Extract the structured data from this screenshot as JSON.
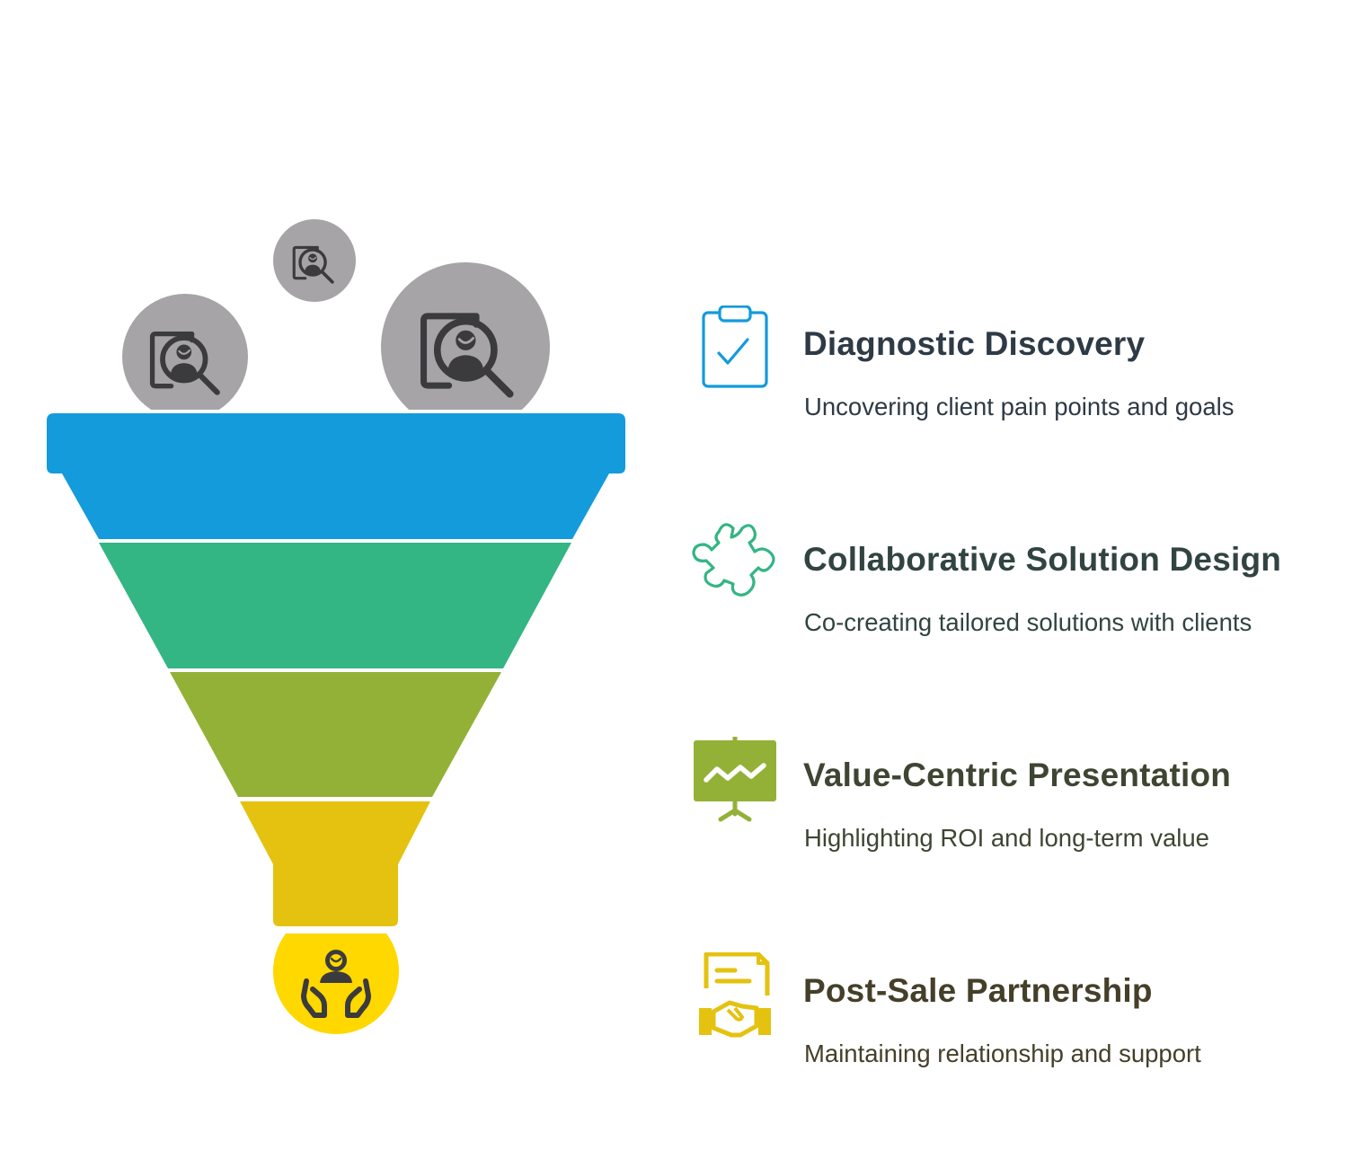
{
  "stages": [
    {
      "title": "Diagnostic Discovery",
      "description": "Uncovering client pain points and goals",
      "color": "#139BDC",
      "icon": "clipboard-check-icon",
      "title_color": "#2E3A45",
      "desc_color": "#2E3A45"
    },
    {
      "title": "Collaborative Solution Design",
      "description": "Co-creating tailored solutions with clients",
      "color": "#33B584",
      "icon": "puzzle-piece-icon",
      "title_color": "#314441",
      "desc_color": "#314441"
    },
    {
      "title": "Value-Centric Presentation",
      "description": "Highlighting ROI and long-term value",
      "color": "#93B137",
      "icon": "presentation-chart-icon",
      "title_color": "#3E4532",
      "desc_color": "#3E4532"
    },
    {
      "title": "Post-Sale Partnership",
      "description": "Maintaining relationship and support",
      "color": "#E4C20F",
      "icon": "contract-handshake-icon",
      "title_color": "#453F2A",
      "desc_color": "#453F2A"
    }
  ],
  "funnel": {
    "input_bubbles": {
      "icon": "document-search-person-icon",
      "fill": "#A6A4A7",
      "count": 3
    },
    "output_circle": {
      "icon": "person-in-hands-icon",
      "fill": "#FFD800"
    }
  }
}
